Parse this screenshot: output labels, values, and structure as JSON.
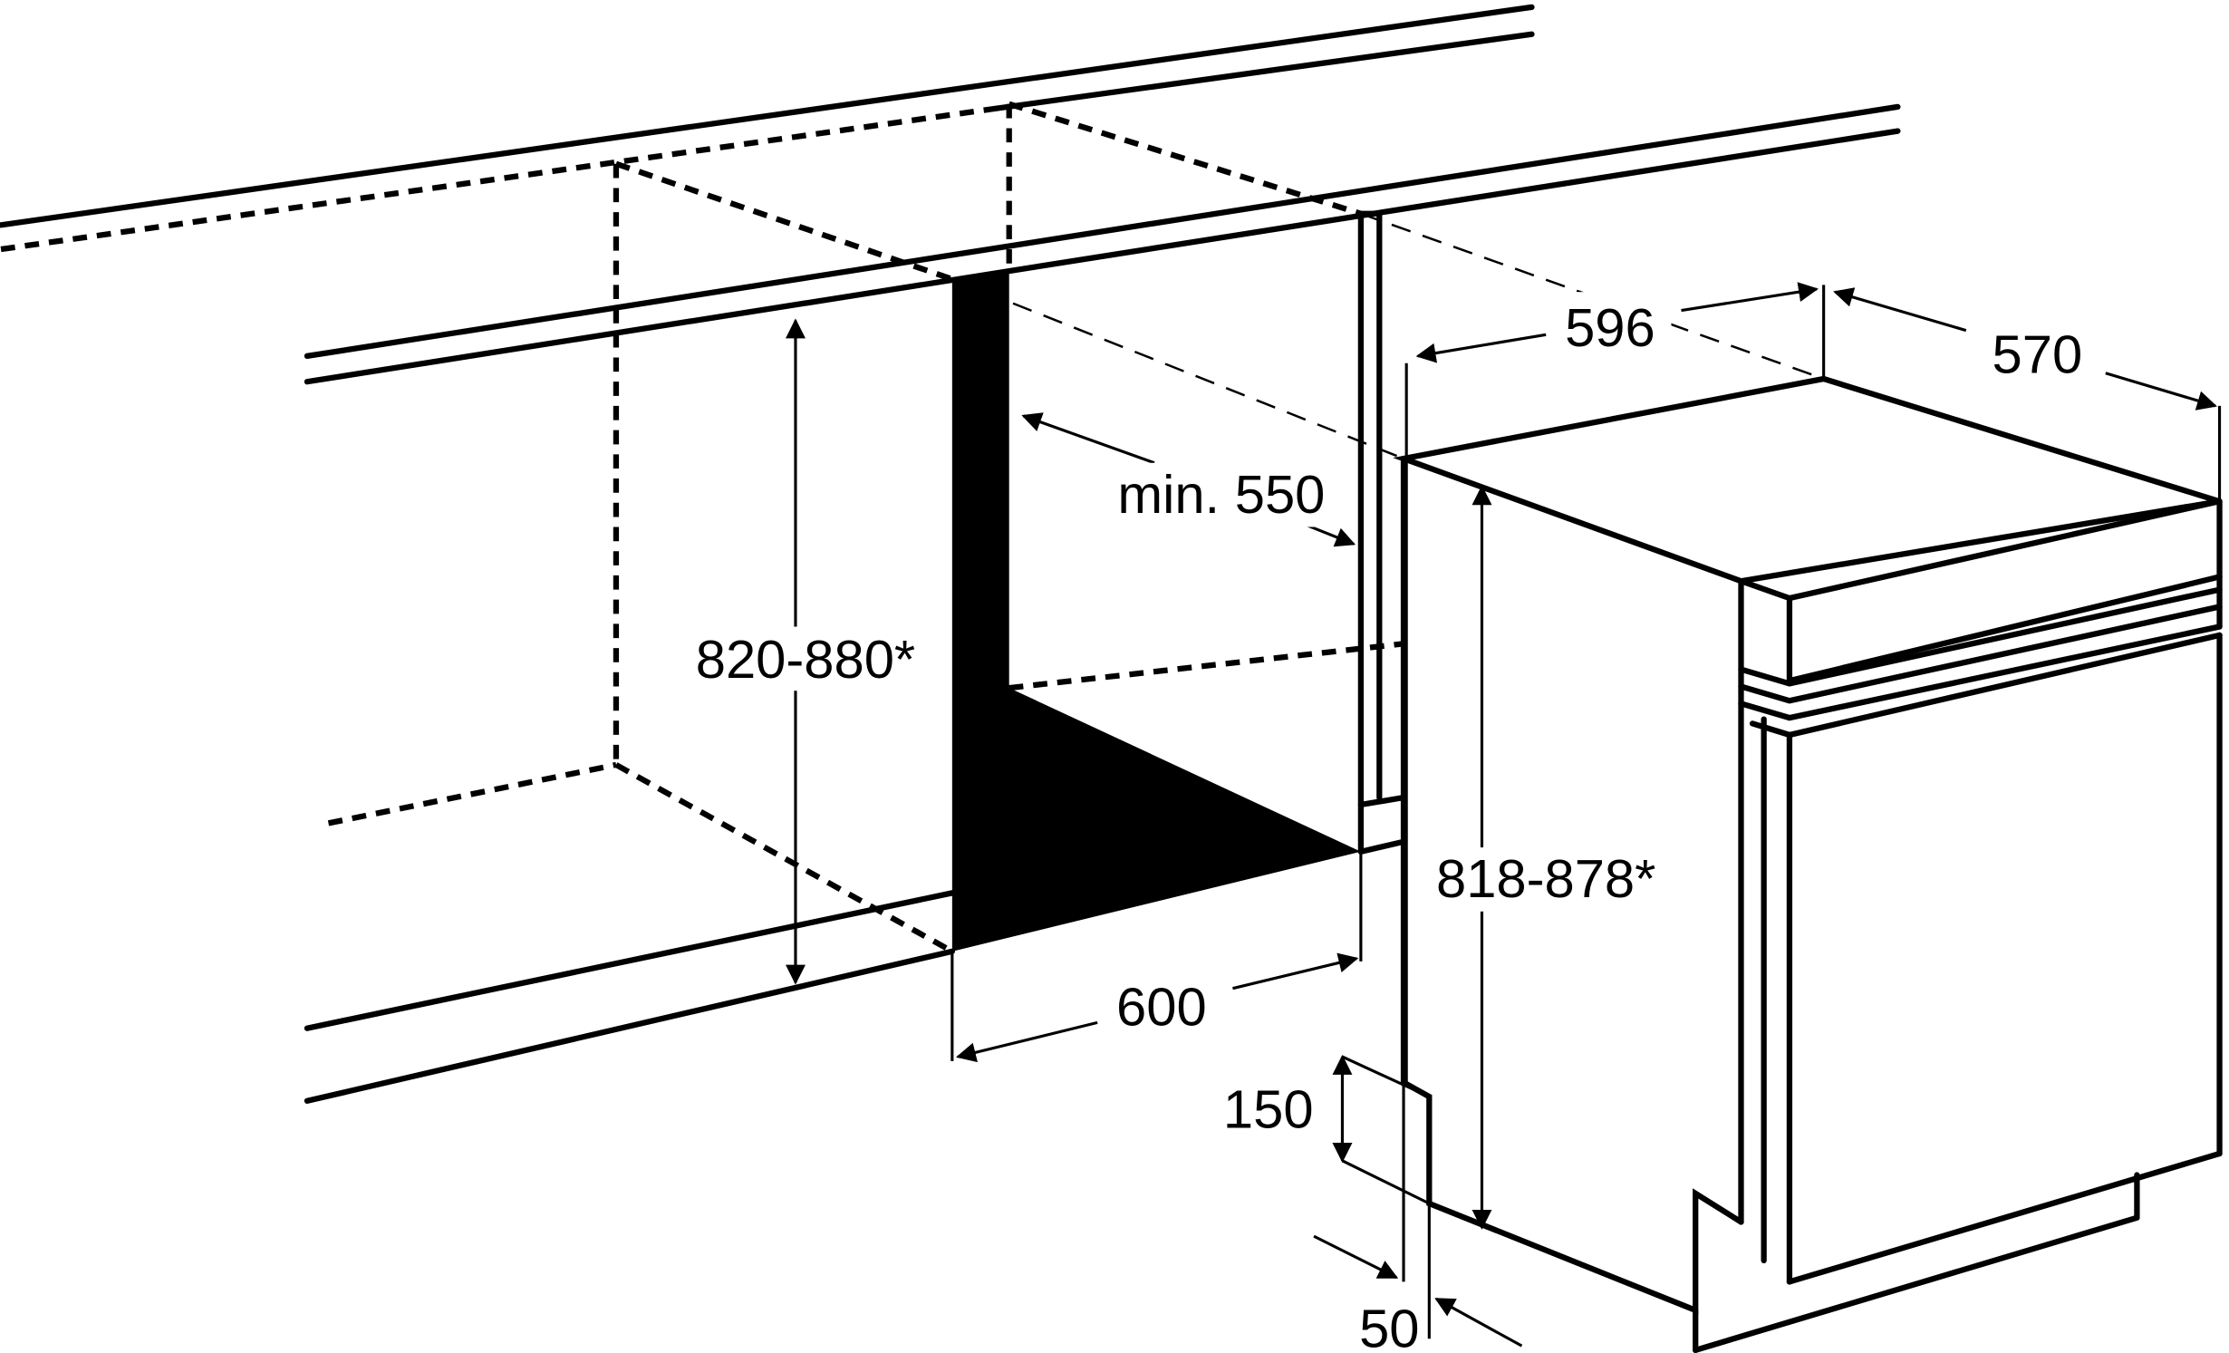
{
  "diagram": {
    "colors": {
      "line": "#000000",
      "background": "#ffffff"
    },
    "dimensions": {
      "appliance_width": "596",
      "appliance_depth": "570",
      "niche_min_depth": "min. 550",
      "niche_height": "820-880*",
      "appliance_height": "818-878*",
      "niche_width": "600",
      "plinth_height": "150",
      "plinth_depth": "50"
    }
  }
}
